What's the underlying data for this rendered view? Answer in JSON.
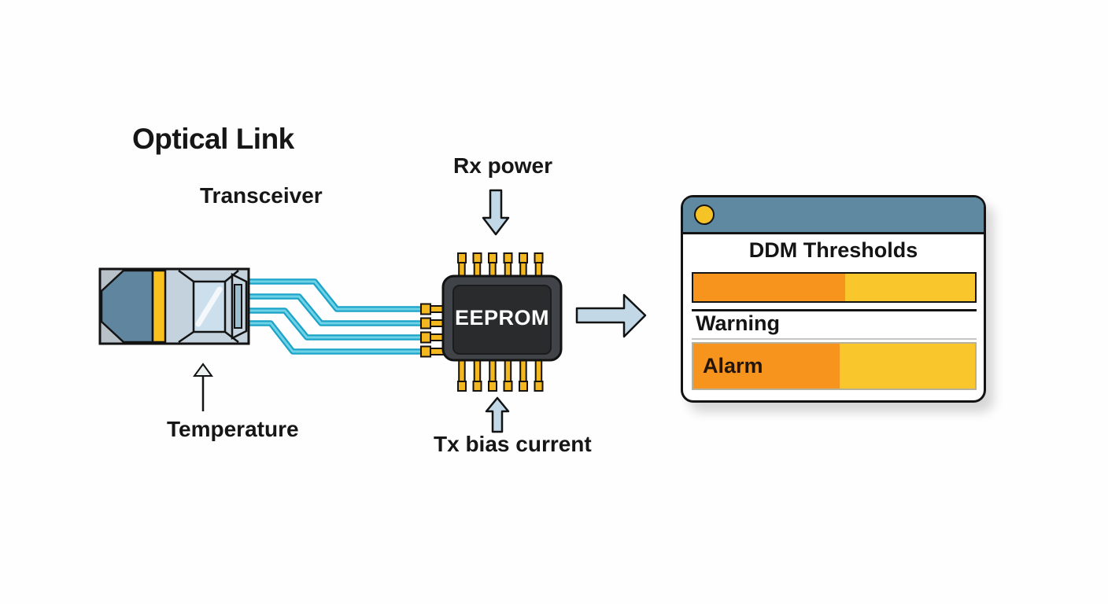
{
  "title": "Optical Link",
  "labels": {
    "transceiver": "Transceiver",
    "temperature": "Temperature",
    "rx_power": "Rx power",
    "tx_bias": "Tx bias current",
    "chip": "EEPROM"
  },
  "panel": {
    "title": "DDM Thresholds",
    "warning_label": "Warning",
    "alarm_label": "Alarm",
    "top_bar_orange_pct": 54,
    "alarm_bar_orange_pct": 52
  },
  "colors": {
    "wire_cyan": "#1ba4c8",
    "wire_cyan_light": "#6fd2e7",
    "arrow_fill": "#c2d8e6",
    "pin_gold": "#f3b71f",
    "chip_body": "#404347",
    "chip_inner": "#292b2d",
    "header_teal": "#5e89a1",
    "dot_yellow": "#f6c327",
    "bar_orange": "#f7941e",
    "bar_yellow": "#f9c72c",
    "transceiver_blue": "#60859e",
    "transceiver_gray": "#b9c1c8",
    "stripe_yellow": "#f8c11e"
  }
}
